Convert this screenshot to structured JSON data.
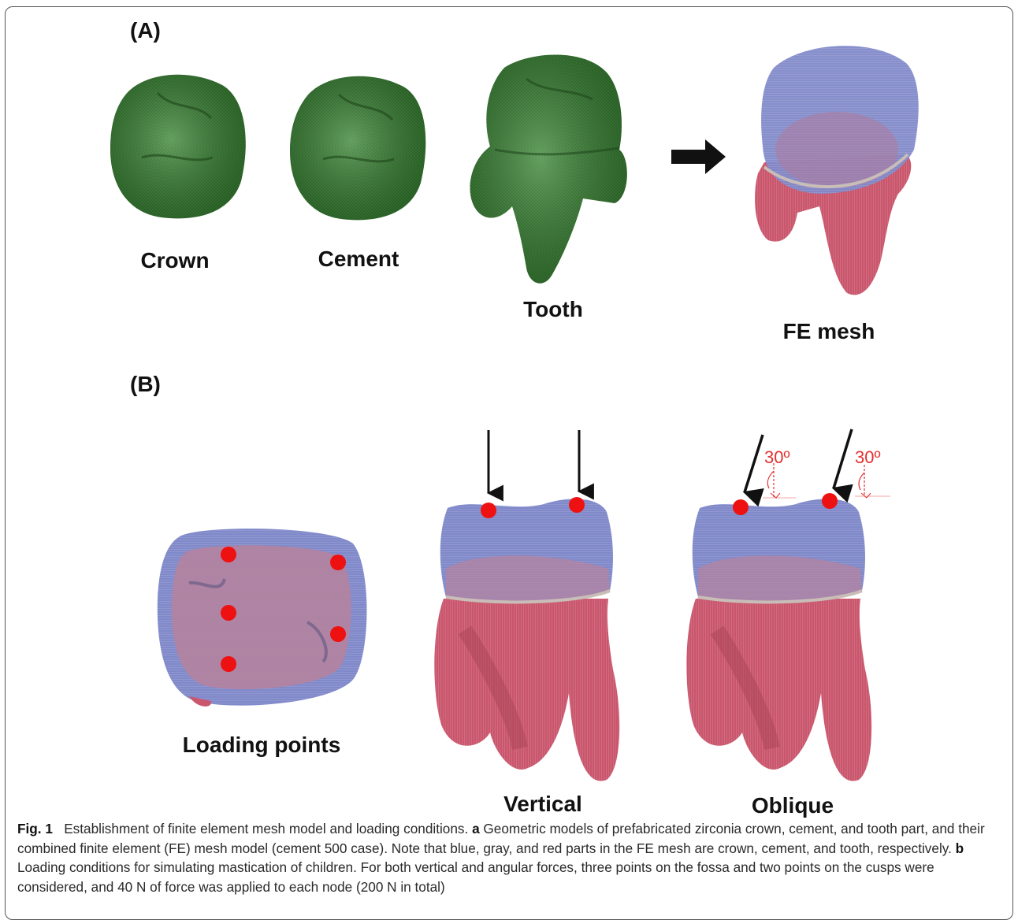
{
  "panels": {
    "a": {
      "tag": "(A)",
      "labels": [
        "Crown",
        "Cement",
        "Tooth",
        "FE mesh"
      ]
    },
    "b": {
      "tag": "(B)",
      "labels": [
        "Loading points",
        "Vertical",
        "Oblique"
      ],
      "angle_label": "30º"
    }
  },
  "caption": {
    "fig_label": "Fig. 1",
    "title": "Establishment of finite element mesh model and loading conditions.",
    "a_label": "a",
    "a_text": "Geometric models of prefabricated zirconia crown, cement, and tooth part, and their combined finite element (FE) mesh model (cement 500 case). Note that blue, gray, and red parts in the FE mesh are crown, cement, and tooth, respectively.",
    "b_label": "b",
    "b_text": "Loading conditions for simulating mastication of children. For both vertical and angular forces, three points on the fossa and two points on the cusps were considered, and 40 N of force was applied to each node (200 N in total)"
  },
  "colors": {
    "mesh_green": "#2e6b2a",
    "crown_blue": "#7f86c8",
    "tooth_red": "#c8536a",
    "load_point": "#ee1111",
    "angle_red": "#e53030"
  }
}
